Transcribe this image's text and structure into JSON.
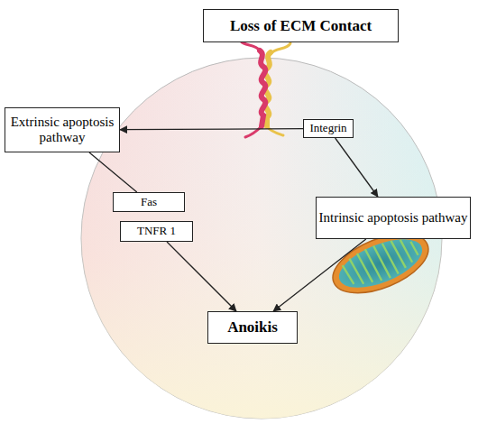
{
  "diagram": {
    "nodes": [
      {
        "text": [
          "Loss of ECM Contact"
        ]
      },
      {
        "text": [
          "Extrinsic apoptosis pathway"
        ]
      },
      {
        "text": [
          "Integrin"
        ]
      },
      {
        "text": [
          "Fas"
        ]
      },
      {
        "text": [
          "TNFR 1"
        ]
      },
      {
        "text": [
          "Intrinsic apoptosis pathway"
        ]
      },
      {
        "text": [
          "Anoikis"
        ]
      }
    ],
    "edges": [
      {
        "from": 2,
        "to": 1,
        "arrow": "to"
      },
      {
        "from": 2,
        "to": 5,
        "arrow": "to"
      },
      {
        "from": 1,
        "to": 3,
        "arrow": "none"
      },
      {
        "from": 4,
        "to": 6,
        "arrow": "to"
      },
      {
        "from": 5,
        "to": 6,
        "arrow": "to"
      }
    ]
  }
}
